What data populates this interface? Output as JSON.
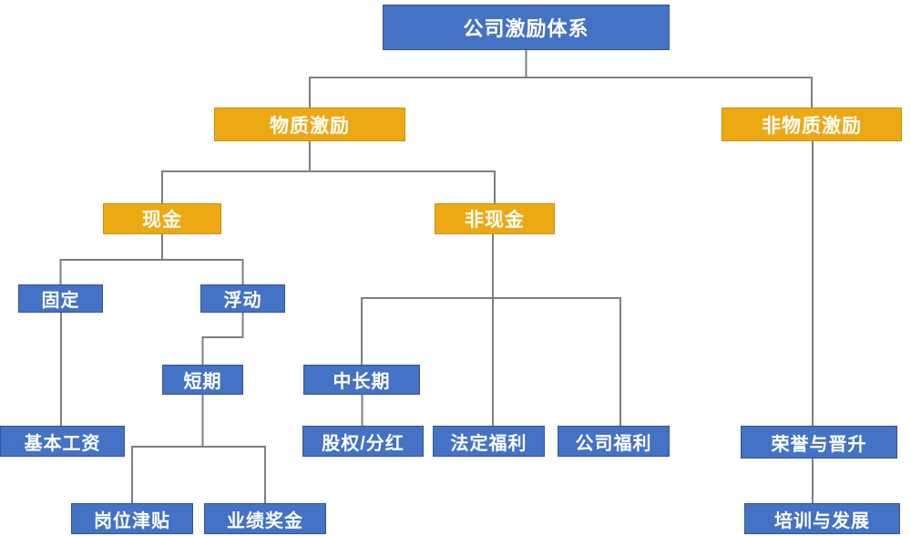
{
  "diagram_title": "公司激励体系",
  "colors": {
    "node_blue": "#4472C4",
    "node_orange": "#ECA913",
    "connector_gray": "#7F7F7F",
    "text": "#FFFFFF",
    "background": "#FFFFFF"
  },
  "nodes": {
    "root": {
      "label": "公司激励体系"
    },
    "material": {
      "label": "物质激励"
    },
    "nonmaterial": {
      "label": "非物质激励"
    },
    "cash": {
      "label": "现金"
    },
    "noncash": {
      "label": "非现金"
    },
    "fixed": {
      "label": "固定"
    },
    "floating": {
      "label": "浮动"
    },
    "shortterm": {
      "label": "短期"
    },
    "midlongterm": {
      "label": "中长期"
    },
    "basesalary": {
      "label": "基本工资"
    },
    "equity": {
      "label": "股权/分红"
    },
    "statutory": {
      "label": "法定福利"
    },
    "companywelfare": {
      "label": "公司福利"
    },
    "honor": {
      "label": "荣誉与晋升"
    },
    "allowance": {
      "label": "岗位津贴"
    },
    "bonus": {
      "label": "业绩奖金"
    },
    "training": {
      "label": "培训与发展"
    }
  },
  "hierarchy": {
    "root": [
      "material",
      "nonmaterial"
    ],
    "material": [
      "cash",
      "noncash"
    ],
    "nonmaterial": [
      "honor"
    ],
    "cash": [
      "fixed",
      "floating"
    ],
    "noncash": [
      "midlongterm",
      "statutory",
      "companywelfare"
    ],
    "fixed": [
      "basesalary"
    ],
    "floating": [
      "shortterm"
    ],
    "shortterm": [
      "allowance",
      "bonus"
    ],
    "midlongterm": [
      "equity"
    ],
    "honor": [
      "training"
    ]
  }
}
